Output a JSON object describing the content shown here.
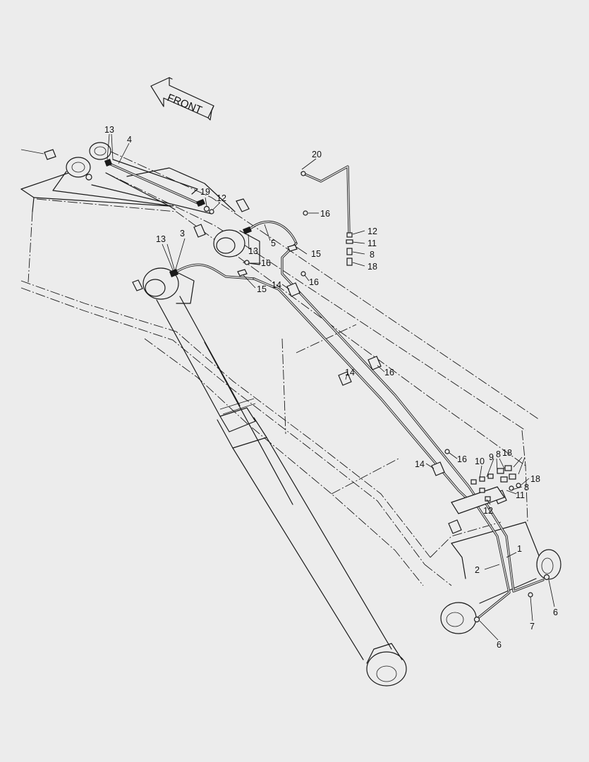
{
  "front_label": "FRONT",
  "callouts": [
    {
      "id": "c13a",
      "text": "13"
    },
    {
      "id": "c4",
      "text": "4"
    },
    {
      "id": "c19",
      "text": "19"
    },
    {
      "id": "c12a",
      "text": "12"
    },
    {
      "id": "c20",
      "text": "20"
    },
    {
      "id": "c16a",
      "text": "16"
    },
    {
      "id": "c12b",
      "text": "12"
    },
    {
      "id": "c11a",
      "text": "11"
    },
    {
      "id": "c8a",
      "text": "8"
    },
    {
      "id": "c18a",
      "text": "18"
    },
    {
      "id": "c3",
      "text": "3"
    },
    {
      "id": "c13b",
      "text": "13"
    },
    {
      "id": "c5",
      "text": "5"
    },
    {
      "id": "c13c",
      "text": "13"
    },
    {
      "id": "c15a",
      "text": "15"
    },
    {
      "id": "c16b",
      "text": "16"
    },
    {
      "id": "c15b",
      "text": "15"
    },
    {
      "id": "c14a",
      "text": "14"
    },
    {
      "id": "c16c",
      "text": "16"
    },
    {
      "id": "c14b",
      "text": "14"
    },
    {
      "id": "c16d",
      "text": "16"
    },
    {
      "id": "c14c",
      "text": "14"
    },
    {
      "id": "c16e",
      "text": "16"
    },
    {
      "id": "c10",
      "text": "10"
    },
    {
      "id": "c9",
      "text": "9"
    },
    {
      "id": "c8b",
      "text": "8"
    },
    {
      "id": "c18b",
      "text": "18"
    },
    {
      "id": "c18c",
      "text": "18"
    },
    {
      "id": "c8c",
      "text": "8"
    },
    {
      "id": "c11b",
      "text": "11"
    },
    {
      "id": "c12c",
      "text": "12"
    },
    {
      "id": "c1",
      "text": "1"
    },
    {
      "id": "c2",
      "text": "2"
    },
    {
      "id": "c6a",
      "text": "6"
    },
    {
      "id": "c7",
      "text": "7"
    },
    {
      "id": "c6b",
      "text": "6"
    }
  ]
}
